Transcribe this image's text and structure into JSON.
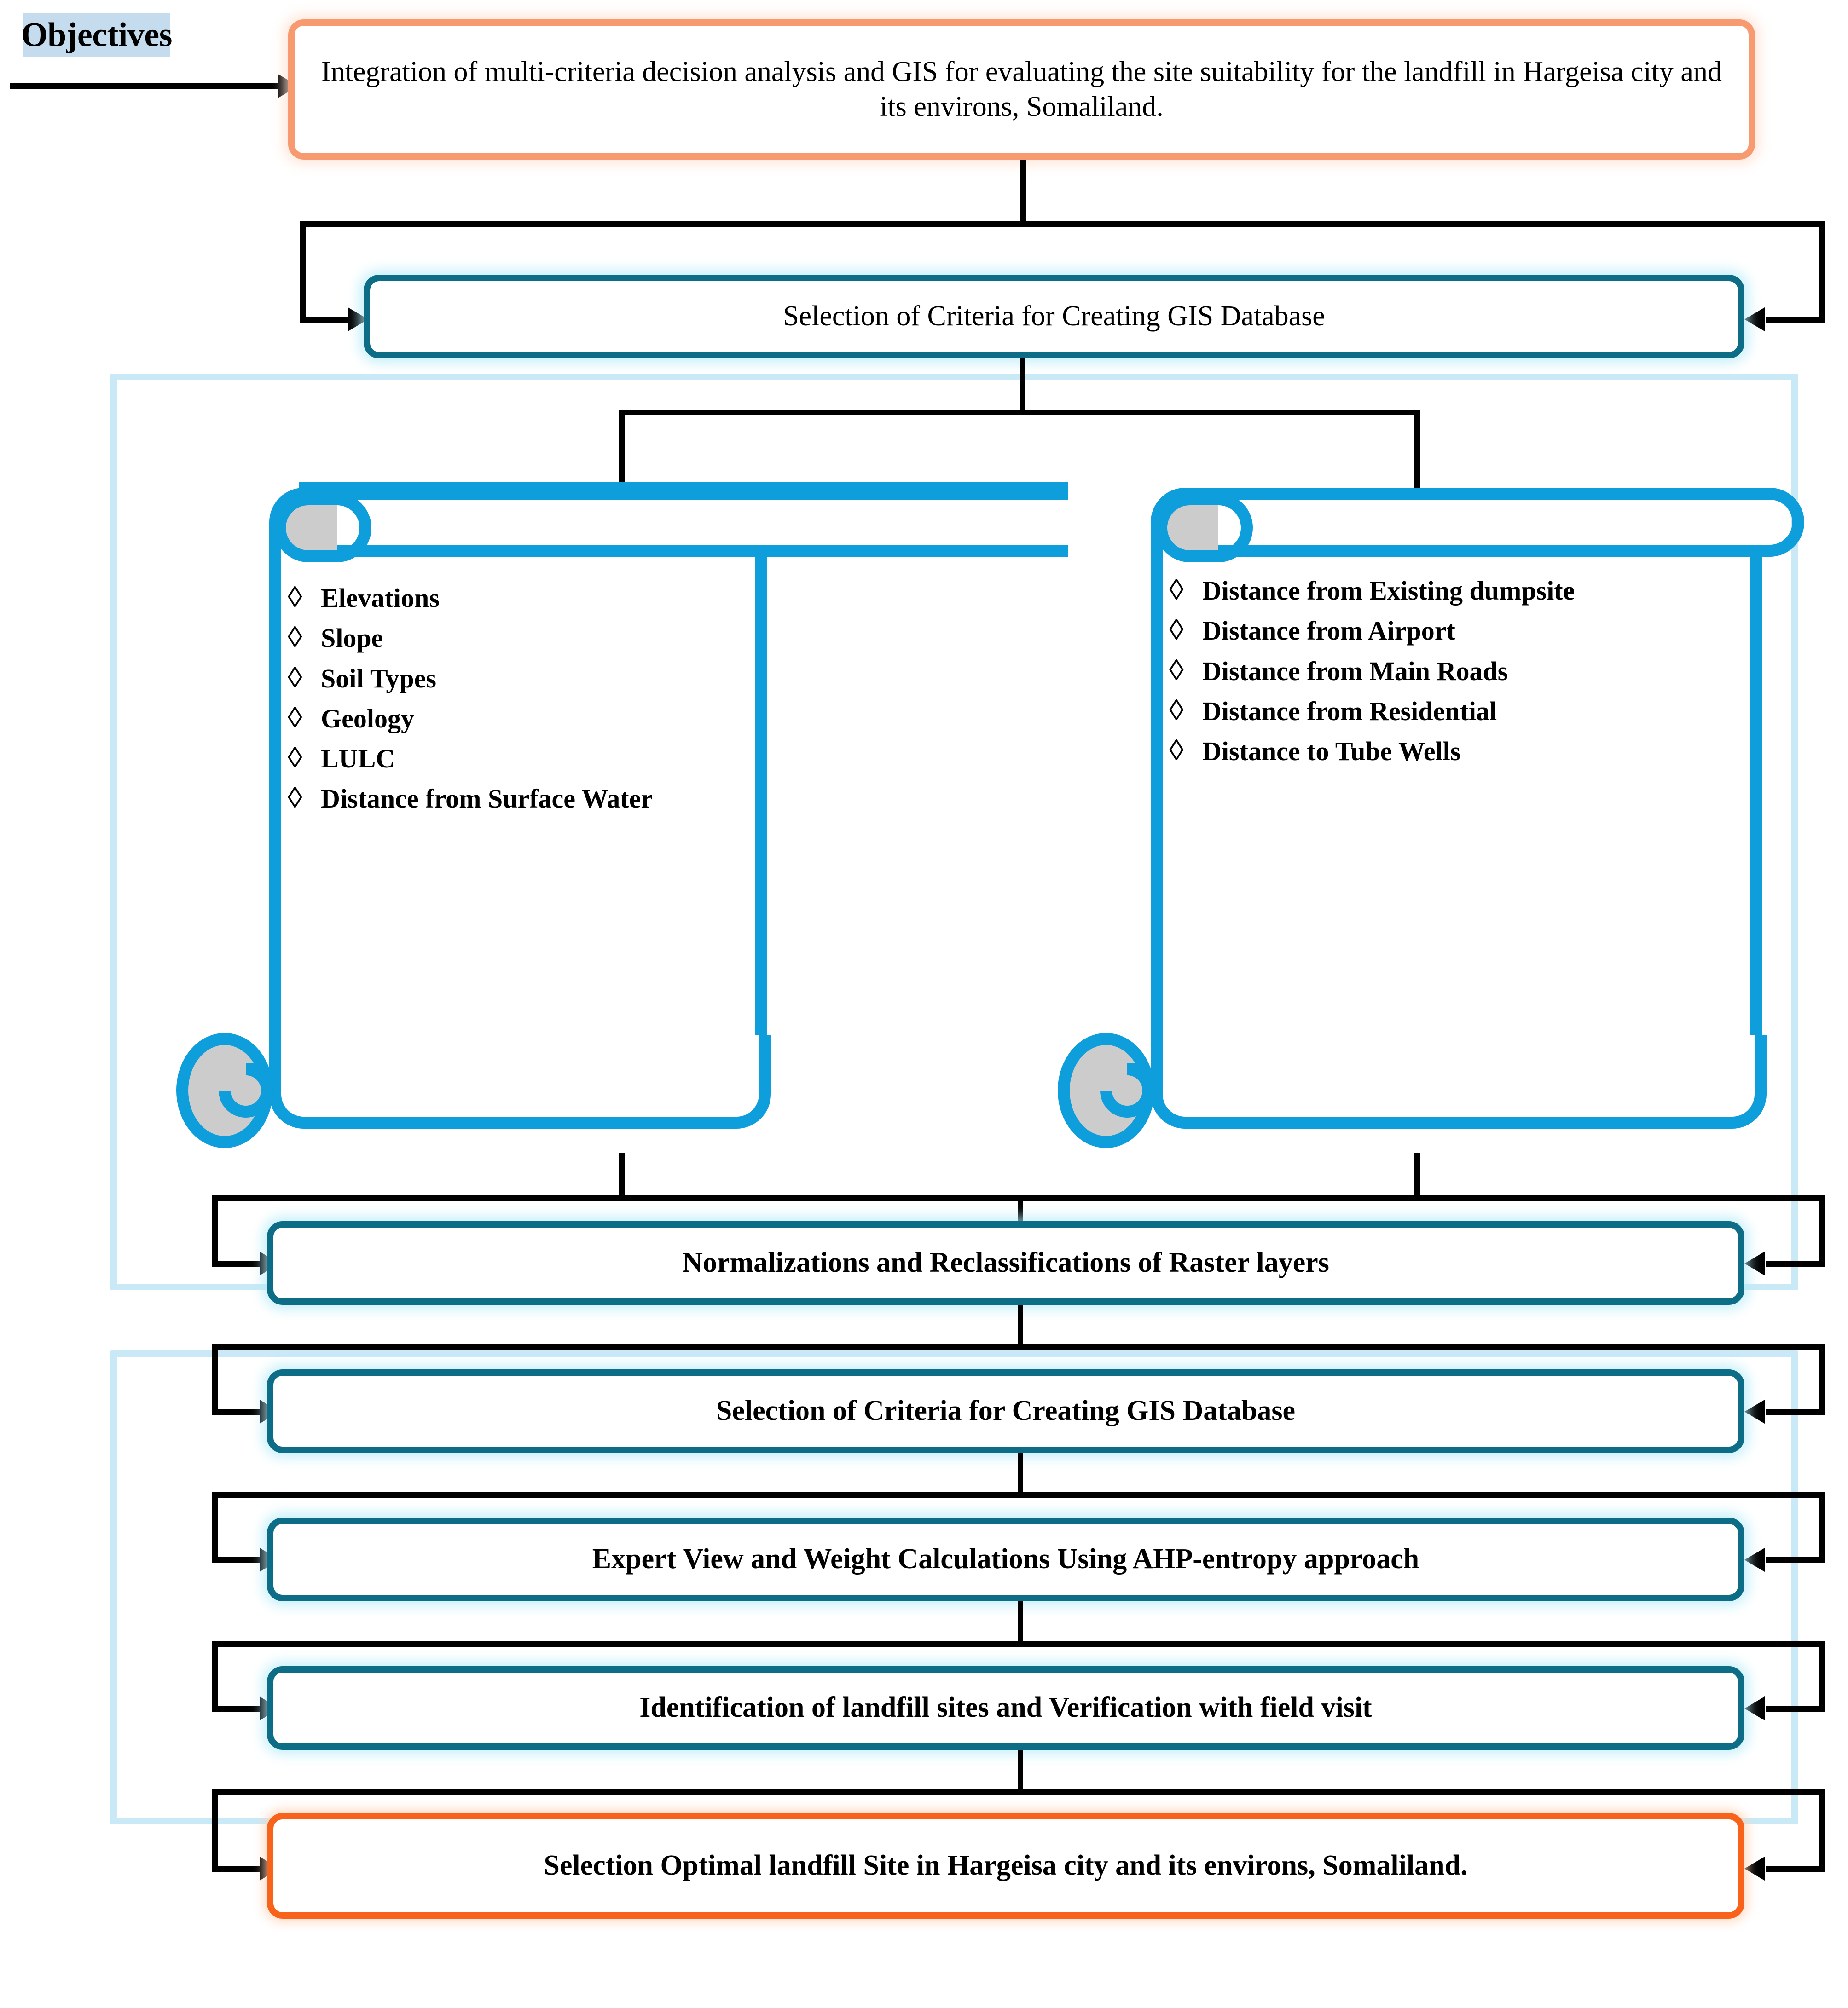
{
  "diagram": {
    "title_label": "Objectives",
    "objective_text": "Integration of multi-criteria decision analysis and GIS for evaluating the site suitability for the landfill in Hargeisa city and its environs, Somaliland.",
    "steps": {
      "selection_criteria_1": "Selection of Criteria  for Creating GIS Database",
      "normalizations": "Normalizations and Reclassifications  of Raster layers",
      "selection_criteria_2": "Selection of Criteria  for Creating GIS Database",
      "expert_view": "Expert  View  and Weight Calculations Using  AHP-entropy approach",
      "identification": "Identification  of  landfill sites and  Verification with  field visit",
      "final_selection": "Selection Optimal  landfill  Site in Hargeisa city and its environs, Somaliland."
    },
    "criteria_left": {
      "name": "environmental-criteria-scroll",
      "items": [
        "Elevations",
        "Slope",
        "Soil Types",
        "Geology",
        "LULC",
        "Distance from Surface Water"
      ]
    },
    "criteria_right": {
      "name": "proximity-criteria-scroll",
      "items": [
        "Distance from Existing dumpsite",
        "Distance from Airport",
        "Distance from Main Roads",
        "Distance from  Residential",
        "Distance to Tube Wells"
      ]
    },
    "bullet_glyph": "◊",
    "colors": {
      "objective_border": "#f79a70",
      "objective_label_bg": "#c5dcef",
      "process_border": "#0d6d86",
      "scroll_border": "#0d9edb",
      "scroll_curl_fill": "#cccccc",
      "panel_border": "#c9e9f7",
      "final_border": "#f8621a",
      "connector": "#000000"
    }
  }
}
